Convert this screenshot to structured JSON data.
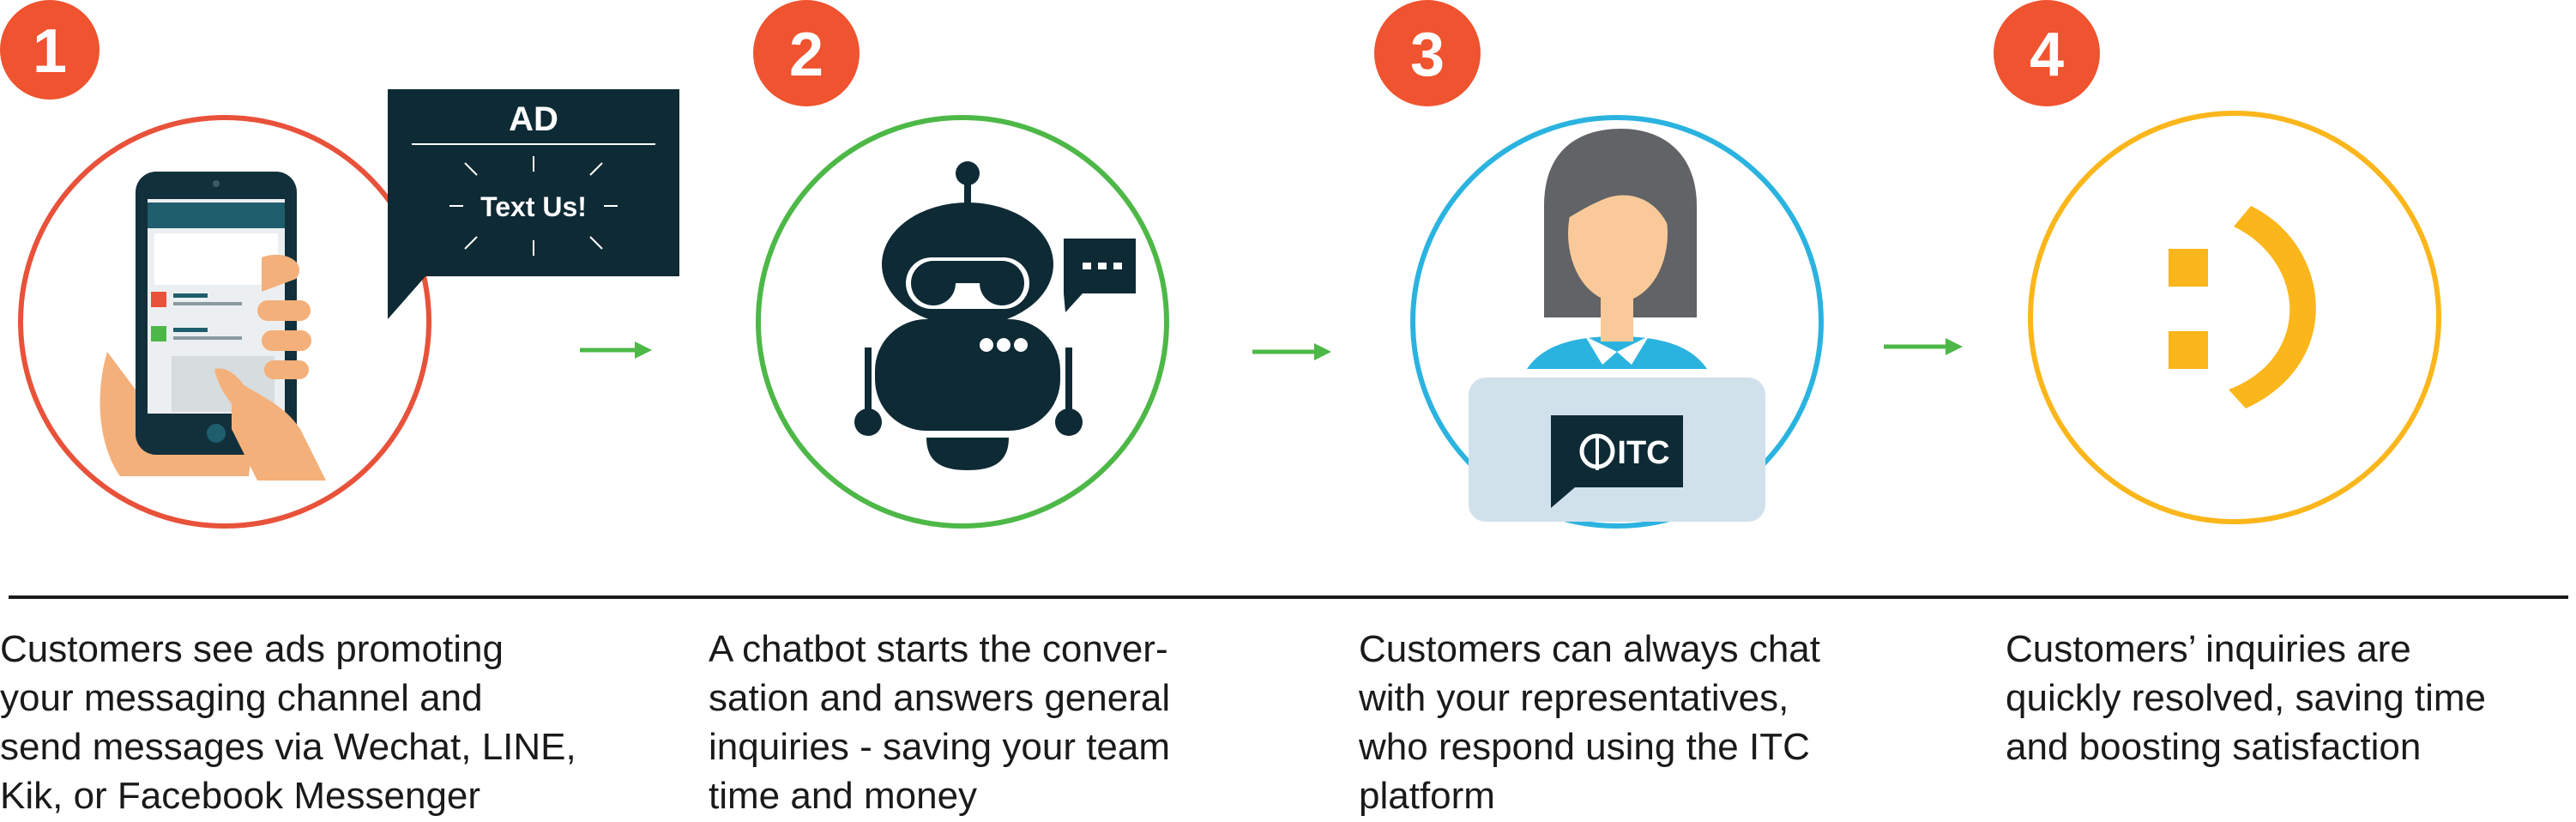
{
  "colors": {
    "step1_accent": "#E8523A",
    "step2_accent": "#4DB847",
    "step3_accent": "#2BB3E0",
    "step4_accent": "#FBB61B",
    "badge": "#F0532F",
    "arrow": "#4DB847",
    "dark_navy": "#0E2A35",
    "divider": "#1a1a1a"
  },
  "steps": [
    {
      "number": "1",
      "icon": "phone-ad-icon",
      "ad_title": "AD",
      "ad_text": "Text Us!",
      "description": "Customers see ads promoting\nyour messaging channel and\nsend messages via Wechat, LINE,\nKik, or Facebook Messenger"
    },
    {
      "number": "2",
      "icon": "chatbot-icon",
      "description": "A chatbot starts the conver-\nsation and answers general\ninquiries - saving your team\ntime and money"
    },
    {
      "number": "3",
      "icon": "representative-icon",
      "logo_text": "ITC",
      "description": "Customers can always chat\nwith your representatives,\nwho respond using the ITC\nplatform"
    },
    {
      "number": "4",
      "icon": "smiley-icon",
      "description": "Customers’ inquiries are\nquickly resolved, saving time\nand boosting satisfaction"
    }
  ]
}
